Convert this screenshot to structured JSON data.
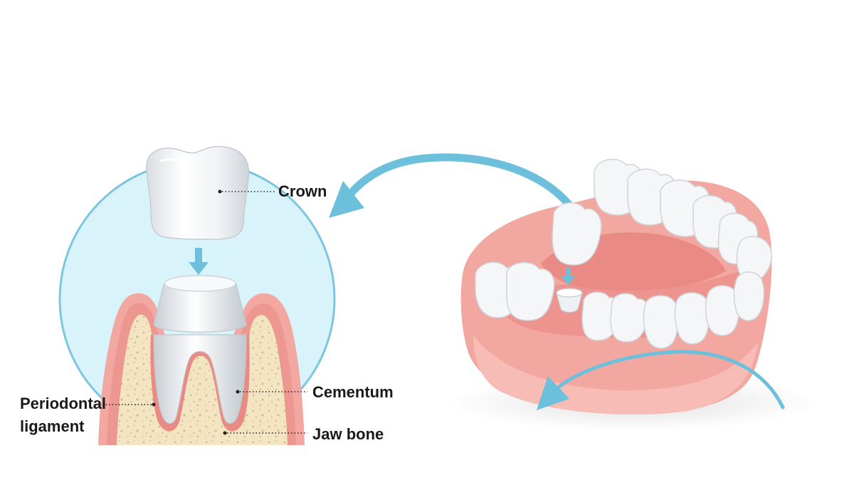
{
  "labels": {
    "crown": "Crown",
    "cementum": "Cementum",
    "periodontal_line1": "Periodontal",
    "periodontal_line2": "ligament",
    "jaw_bone": "Jaw bone"
  },
  "colors": {
    "circle_fill": "#d9f3fa",
    "circle_stroke": "#7cc6df",
    "arrow": "#6cc0dc",
    "gum": "#f2a7a0",
    "gum_dark": "#e98a85",
    "bone": "#f3e4c2",
    "tooth": "#f4f6f8"
  },
  "icons": [
    "crown-icon",
    "abutment-icon",
    "gum-jaw-icon",
    "curved-arrow-icon"
  ]
}
